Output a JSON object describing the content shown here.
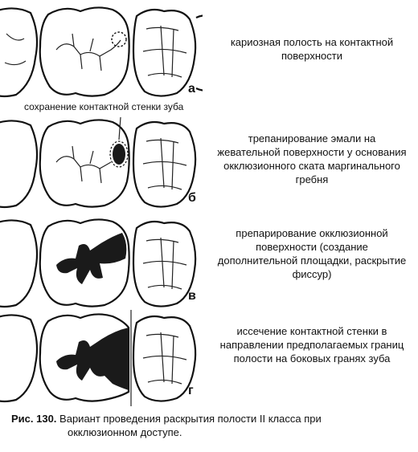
{
  "panels": [
    {
      "letter": "а",
      "description": "кариозная полость на контактной поверхности"
    },
    {
      "letter": "б",
      "description": "трепанирование эмали на жевательной поверхности у основания окклюзионного ската маргинального гребня",
      "annotation": "сохранение контактной стенки зуба"
    },
    {
      "letter": "в",
      "description": "препарирование окклюзионной поверхности (создание дополнительной площадки, раскрытие фиссур)"
    },
    {
      "letter": "г",
      "description": "иссечение контактной стенки в направлении предполагаемых границ полости на боковых гранях зуба"
    }
  ],
  "caption": {
    "label": "Рис. 130.",
    "text_line1": "Вариант проведения раскрытия полости II класса при",
    "text_line2": "окклюзионном доступе."
  }
}
